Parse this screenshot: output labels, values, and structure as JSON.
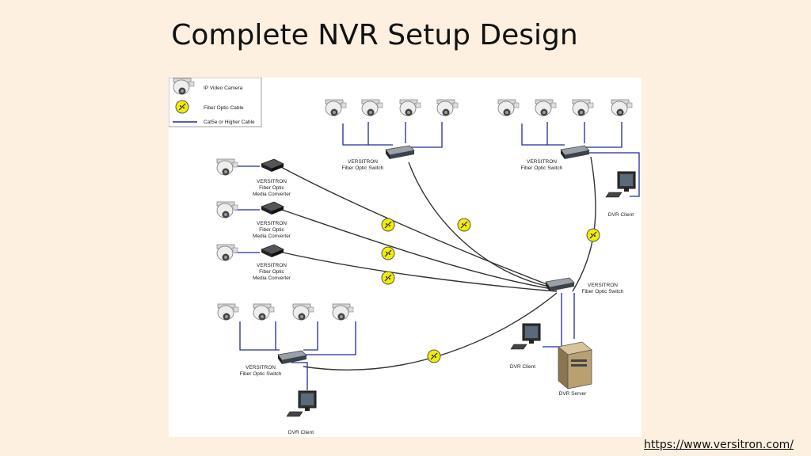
{
  "title": "Complete NVR Setup Design",
  "url": "https://www.versitron.com/",
  "legend": {
    "camera": "IP Video Camera",
    "fiber": "Fiber Optic Cable",
    "cat5": "Cat5e or Higher Cable"
  },
  "labels": {
    "brand": "VERSITRON",
    "fiber_switch": "Fiber Optic Switch",
    "fiber_optic": "Fiber Optic",
    "media_converter": "Media Converter",
    "dvr_client": "DVR Client",
    "dvr_server": "DVR Server"
  },
  "colors": {
    "cat5": "#1f2a9c",
    "fiber": "#333333",
    "connector": "#f2ee00",
    "background": "#fdf0e0"
  }
}
